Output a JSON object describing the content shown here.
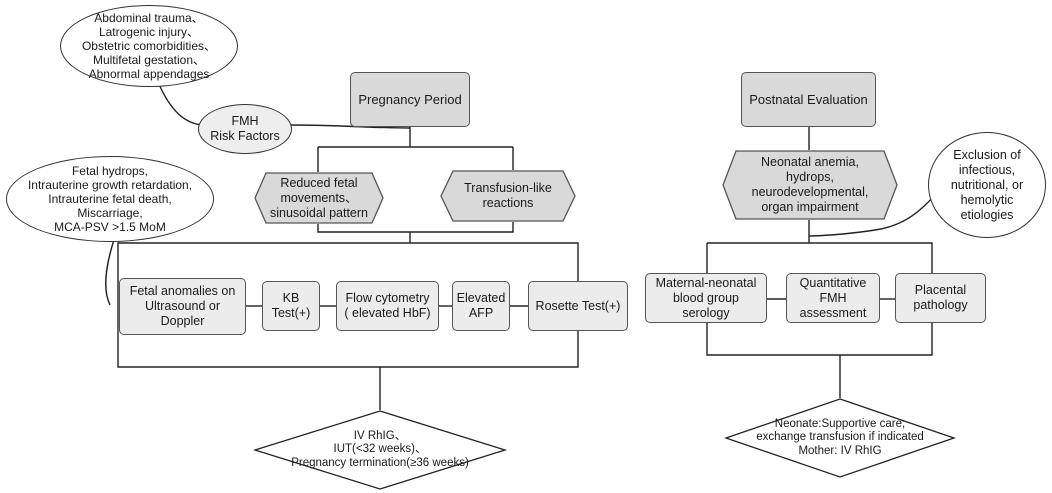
{
  "risk_causes": "Abdominal trauma、\nLatrogenic injury、\nObstetric comorbidities、\nMultifetal gestation、\nAbnormal appendages",
  "fmh_risk_factors": "FMH\nRisk Factors",
  "pregnancy_period": "Pregnancy Period",
  "reduced_fetal_movements": "Reduced fetal\nmovements、\nsinusoidal pattern",
  "transfusion_reactions": "Transfusion-like\nreactions",
  "fetal_signs": "Fetal hydrops,\nIntrauterine growth retardation,\nIntrauterine fetal death,\nMiscarriage,\nMCA-PSV >1.5 MoM",
  "prenatal_tests": [
    "Fetal anomalies on\nUltrasound or\nDoppler",
    "KB\nTest(+)",
    "Flow cytometry\n( elevated HbF)",
    "Elevated\nAFP",
    "Rosette Test(+)"
  ],
  "prenatal_treatment": "IV RhIG、\nIUT(<32 weeks)、\nPregnancy termination(≥36 weeks)",
  "postnatal_evaluation": "Postnatal Evaluation",
  "neonatal_findings": "Neonatal anemia,\nhydrops,\nneurodevelopmental,\norgan impairment",
  "exclusion": "Exclusion of\ninfectious,\nnutritional, or\nhemolytic\netiologies",
  "postnatal_tests": [
    "Maternal-neonatal\nblood group\nserology",
    "Quantitative\nFMH\nassessment",
    "Placental\npathology"
  ],
  "postnatal_treatment": "Neonate:Supportive care;\nexchange transfusion if indicated\nMother: IV RhIG"
}
